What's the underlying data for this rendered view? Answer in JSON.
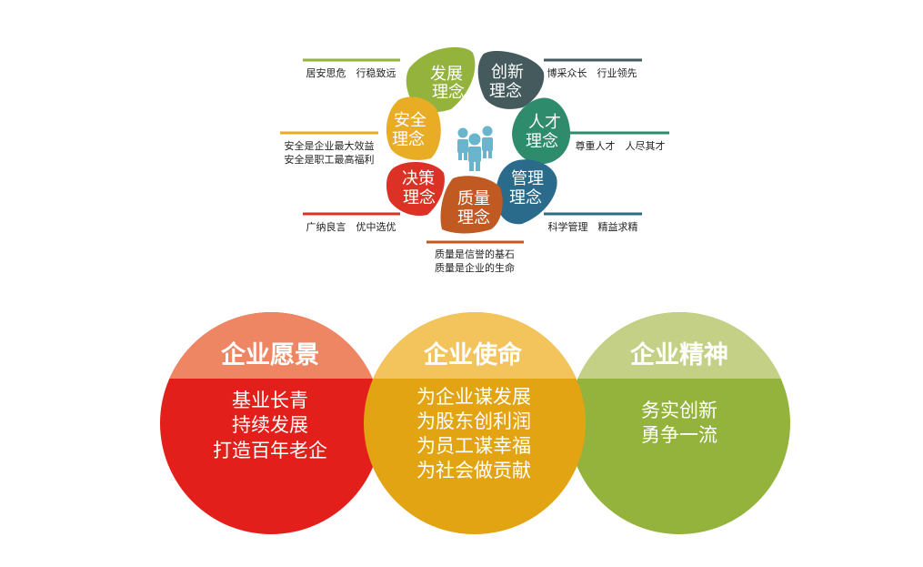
{
  "petals": [
    {
      "id": "develop",
      "line1": "发展",
      "line2": "理念",
      "color": "#93b33d"
    },
    {
      "id": "innovate",
      "line1": "创新",
      "line2": "理念",
      "color": "#445a5c"
    },
    {
      "id": "talent",
      "line1": "人才",
      "line2": "理念",
      "color": "#2e8c6c"
    },
    {
      "id": "manage",
      "line1": "管理",
      "line2": "理念",
      "color": "#2a6a8a"
    },
    {
      "id": "quality",
      "line1": "质量",
      "line2": "理念",
      "color": "#c05a22"
    },
    {
      "id": "decision",
      "line1": "决策",
      "line2": "理念",
      "color": "#dc3226"
    },
    {
      "id": "safety",
      "line1": "安全",
      "line2": "理念",
      "color": "#e9ad25"
    }
  ],
  "captions": {
    "develop": {
      "lines": [
        "居安思危　行稳致远"
      ],
      "color": "#93b33d"
    },
    "innovate": {
      "lines": [
        "博采众长　行业领先"
      ],
      "color": "#445a5c"
    },
    "talent": {
      "lines": [
        "尊重人才　人尽其才"
      ],
      "color": "#2e8c6c"
    },
    "manage": {
      "lines": [
        "科学管理　精益求精"
      ],
      "color": "#2a6a8a"
    },
    "quality": {
      "lines": [
        "质量是信誉的基石",
        "质量是企业的生命"
      ],
      "color": "#c05a22"
    },
    "decision": {
      "lines": [
        "广纳良言　优中选优"
      ],
      "color": "#dc3226"
    },
    "safety": {
      "lines": [
        "安全是企业最大效益",
        "安全是职工最高福利"
      ],
      "color": "#e9ad25"
    }
  },
  "circles": [
    {
      "id": "vision",
      "title": "企业愿景",
      "lines": [
        "基业长青",
        "持续发展",
        "打造百年老企"
      ],
      "top_color": "#ee8664",
      "bottom_color": "#e21f1b"
    },
    {
      "id": "mission",
      "title": "企业使命",
      "lines": [
        "为企业谋发展",
        "为股东创利润",
        "为员工谋幸福",
        "为社会做贡献"
      ],
      "top_color": "#f3c35c",
      "bottom_color": "#e2a413"
    },
    {
      "id": "spirit",
      "title": "企业精神",
      "lines": [
        "务实创新",
        "勇争一流"
      ],
      "top_color": "#c3d085",
      "bottom_color": "#93b33d"
    }
  ],
  "center_icon": "people-icon"
}
